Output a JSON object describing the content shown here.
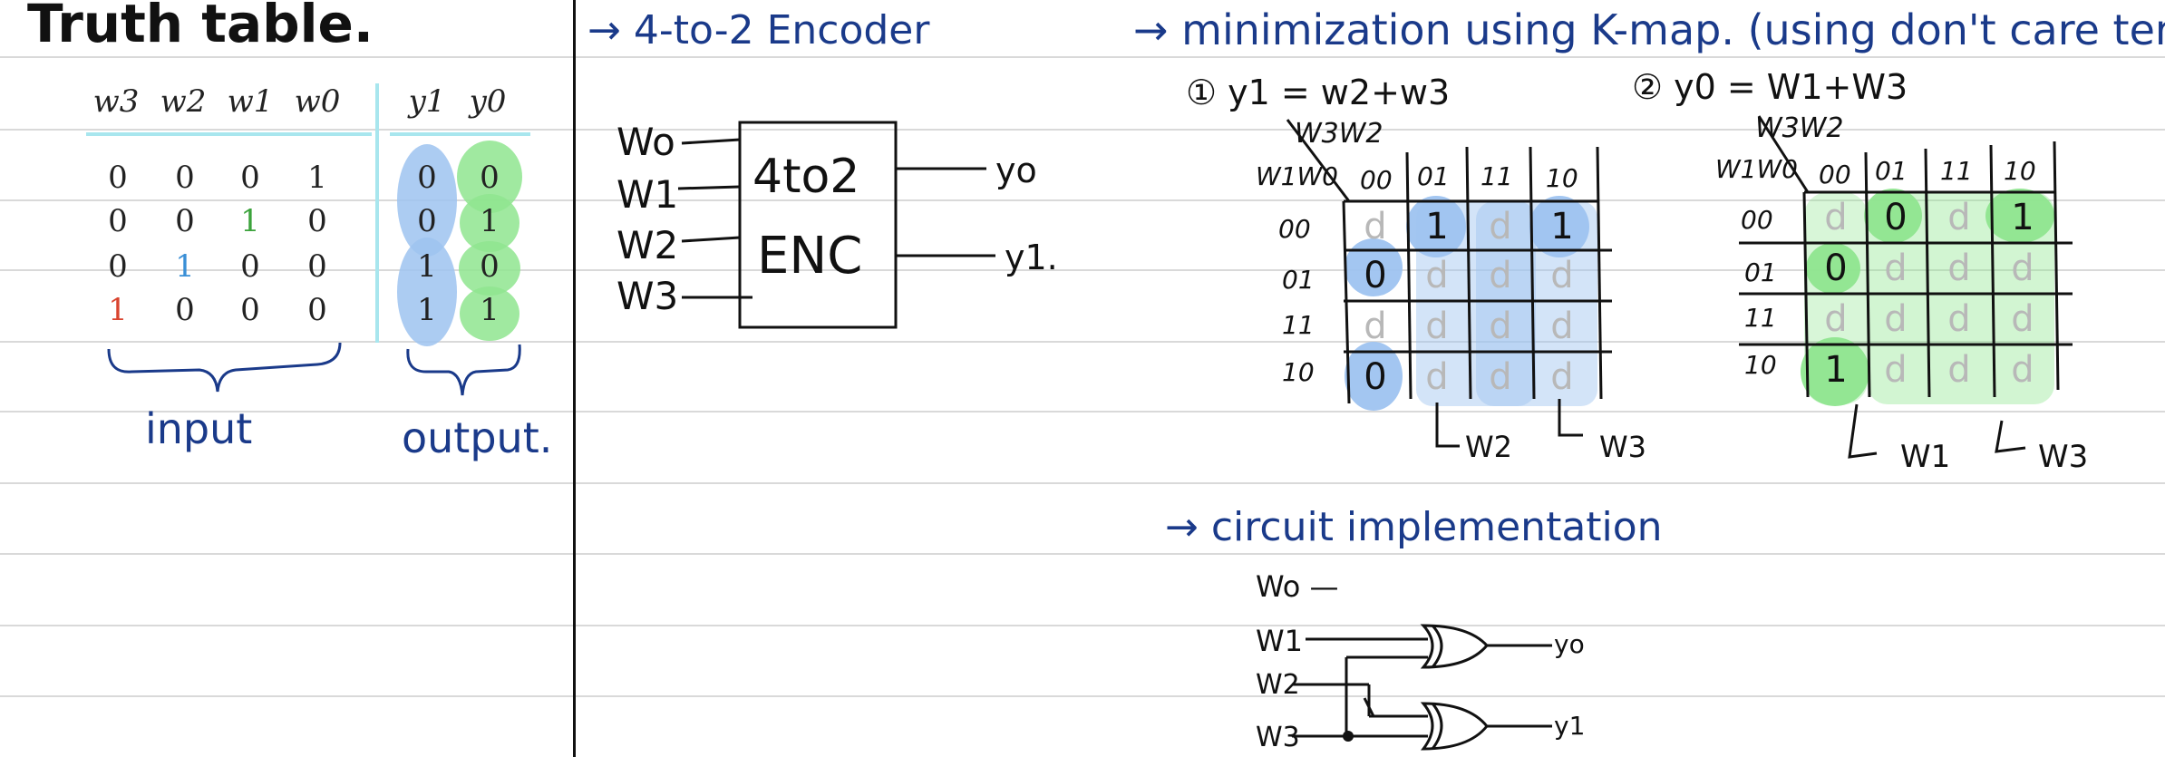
{
  "truth_table": {
    "title": "Truth table.",
    "input_headers": [
      "w3",
      "w2",
      "w1",
      "w0"
    ],
    "output_headers": [
      "y1",
      "y0"
    ],
    "rows": [
      {
        "inputs": [
          "0",
          "0",
          "0",
          "1"
        ],
        "outputs": [
          "0",
          "0"
        ]
      },
      {
        "inputs": [
          "0",
          "0",
          "1",
          "0"
        ],
        "outputs": [
          "0",
          "1"
        ]
      },
      {
        "inputs": [
          "0",
          "1",
          "0",
          "0"
        ],
        "outputs": [
          "1",
          "0"
        ]
      },
      {
        "inputs": [
          "1",
          "0",
          "0",
          "0"
        ],
        "outputs": [
          "1",
          "1"
        ]
      }
    ],
    "input_label": "input",
    "output_label": "output."
  },
  "encoder": {
    "heading": "→  4-to-2 Encoder",
    "box_line1": "4to2",
    "box_line2": "ENC",
    "inputs": [
      "Wo",
      "W1",
      "W2",
      "W3"
    ],
    "outputs": [
      "yo",
      "y1."
    ]
  },
  "kmap_section": {
    "heading": "→  minimization using K-map. (using don't care term).",
    "map1": {
      "equation": "① y1 = w2+w3",
      "col_var": "W3W2",
      "row_var": "W1W0",
      "col_labels": [
        "00",
        "01",
        "11",
        "10"
      ],
      "row_labels": [
        "00",
        "01",
        "11",
        "10"
      ],
      "cells": [
        [
          "d",
          "1",
          "d",
          "1"
        ],
        [
          "0",
          "d",
          "d",
          "d"
        ],
        [
          "d",
          "d",
          "d",
          "d"
        ],
        [
          "0",
          "d",
          "d",
          "d"
        ]
      ],
      "group_labels": [
        "W2",
        "W3"
      ]
    },
    "map2": {
      "equation": "② y0 = W1+W3",
      "col_var": "W3W2",
      "row_var": "W1W0",
      "col_labels": [
        "00",
        "01",
        "11",
        "10"
      ],
      "row_labels": [
        "00",
        "01",
        "11",
        "10"
      ],
      "cells": [
        [
          "d",
          "0",
          "d",
          "1"
        ],
        [
          "0",
          "d",
          "d",
          "d"
        ],
        [
          "d",
          "d",
          "d",
          "d"
        ],
        [
          "1",
          "d",
          "d",
          "d"
        ]
      ],
      "group_labels": [
        "W1",
        "W3"
      ]
    }
  },
  "circuit": {
    "heading": "→  circuit implementation",
    "inputs": [
      "Wo —",
      "W1",
      "W2",
      "W3"
    ],
    "outputs": [
      "yo",
      "y1"
    ]
  },
  "colors": {
    "blue_highlight": "#9ec3f0",
    "green_highlight": "#8fe58f",
    "ink_blue": "#1a3a8a",
    "cyan_rule": "#a8e6ee",
    "red_digit": "#d9442f",
    "green_digit": "#3ca33c",
    "blue_digit": "#3a8fd6",
    "dontcare_gray": "#b8b8b8"
  }
}
